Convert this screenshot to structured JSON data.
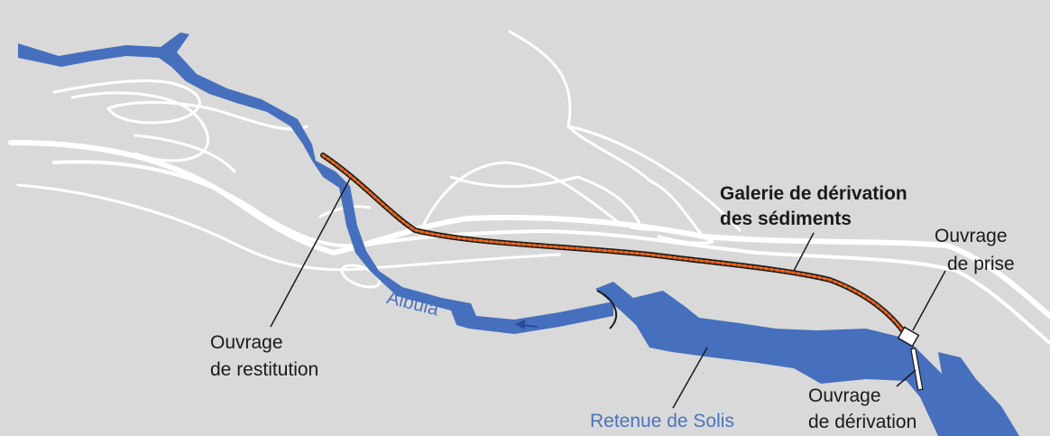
{
  "colors": {
    "background": "#d9d9d9",
    "water": "#4670bd",
    "road": "#ffffff",
    "tunnel": "#e8641c",
    "leader": "#1a1a1a",
    "water_label": "#4a74bf"
  },
  "labels": {
    "tunnel_line1": "Galerie de dérivation",
    "tunnel_line2": "des sédiments",
    "intake_line1": "Ouvrage",
    "intake_line2": "de prise",
    "outlet_line1": "Ouvrage",
    "outlet_line2": "de restitution",
    "diversion_line1": "Ouvrage",
    "diversion_line2": "de dérivation",
    "river": "Albula",
    "reservoir": "Retenue de Solis"
  }
}
